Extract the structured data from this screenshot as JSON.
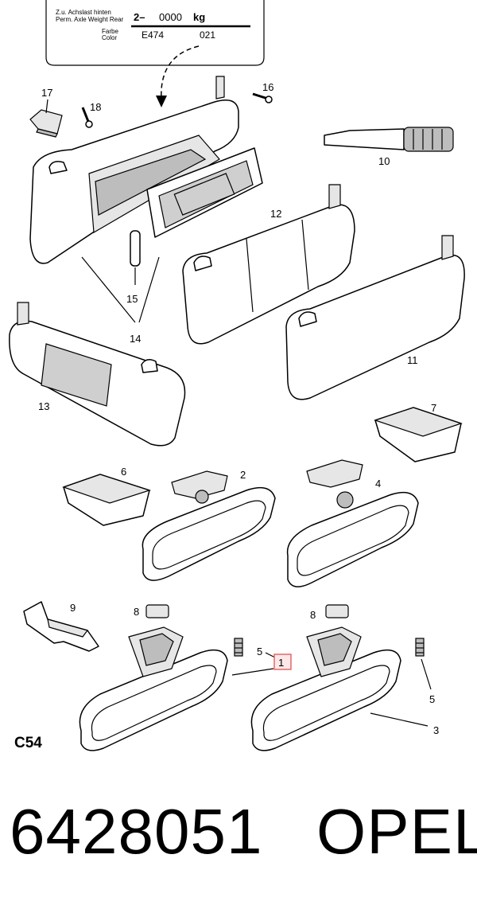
{
  "plate": {
    "axle_line1": "Z.u. Achslast hinten",
    "axle_line2": "Perm. Axle Weight Rear",
    "axle_value": "2–",
    "axle_weight": "0000",
    "axle_unit": "kg",
    "color_label1": "Farbe",
    "color_label2": "Color",
    "color_code": "E474",
    "color_number": "021"
  },
  "callouts": {
    "c1": "1",
    "c2": "2",
    "c3": "3",
    "c4": "4",
    "c5a": "5",
    "c5b": "5",
    "c6": "6",
    "c7": "7",
    "c8a": "8",
    "c8b": "8",
    "c9": "9",
    "c10": "10",
    "c11": "11",
    "c12": "12",
    "c13": "13",
    "c14": "14",
    "c15": "15",
    "c16": "16",
    "c17": "17",
    "c18": "18"
  },
  "catalog_code": "C54",
  "part_number": "6428051",
  "brand": "OPEL",
  "colors": {
    "highlight_box": "#e06060",
    "highlight_fill": "#fde8e8"
  }
}
